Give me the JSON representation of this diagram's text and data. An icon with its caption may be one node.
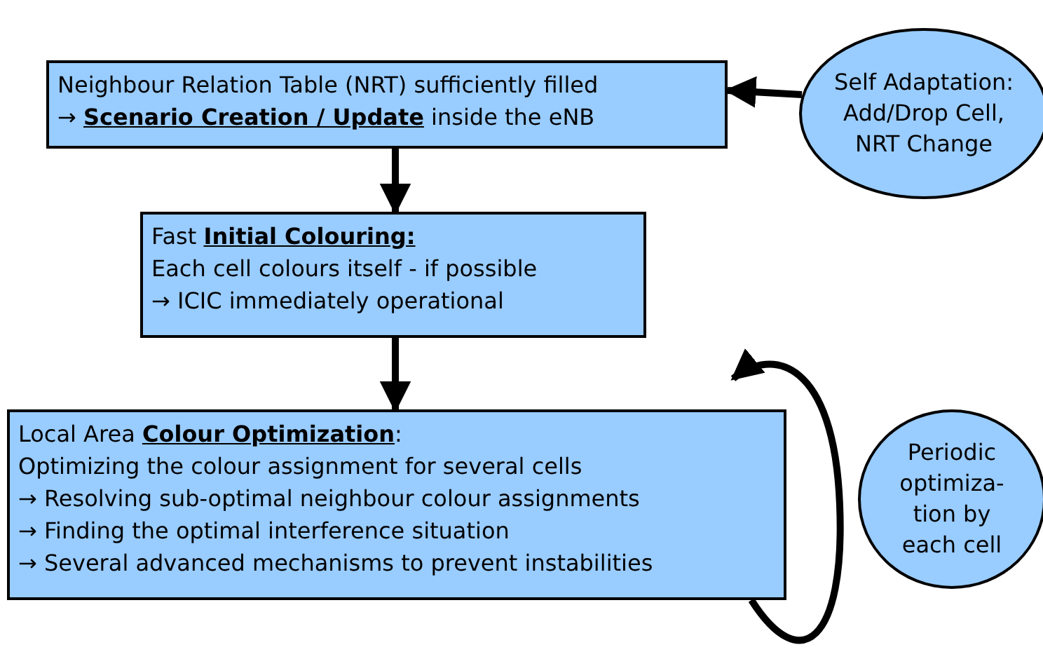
{
  "diagram": {
    "nodes": [
      {
        "text": [
          "Neighbour Relation Table (NRT) sufficiently filled",
          "→ **Scenario Creation / Update** inside the eNB"
        ]
      },
      {
        "text": [
          "Self Adaptation: Add/Drop Cell, NRT Change"
        ]
      },
      {
        "text": [
          "Fast **Initial Colouring:**",
          "Each cell colours itself - if possible",
          "→ ICIC immediately operational"
        ]
      },
      {
        "text": [
          "Local Area **Colour Optimization**:",
          "Optimizing the colour assignment for several cells",
          "→ Resolving sub-optimal neighbour colour assignments",
          "→ Finding the optimal interference situation",
          "→ Several advanced mechanisms to prevent instabilities"
        ]
      },
      {
        "text": [
          "Periodic optimiza- tion by each cell"
        ]
      }
    ],
    "edges": [
      {
        "from": 1,
        "to": 0,
        "arrow": "to"
      },
      {
        "from": 0,
        "to": 2,
        "arrow": "to"
      },
      {
        "from": 2,
        "to": 3,
        "arrow": "to"
      },
      {
        "from": 3,
        "to": 3,
        "arrow": "to"
      }
    ]
  }
}
